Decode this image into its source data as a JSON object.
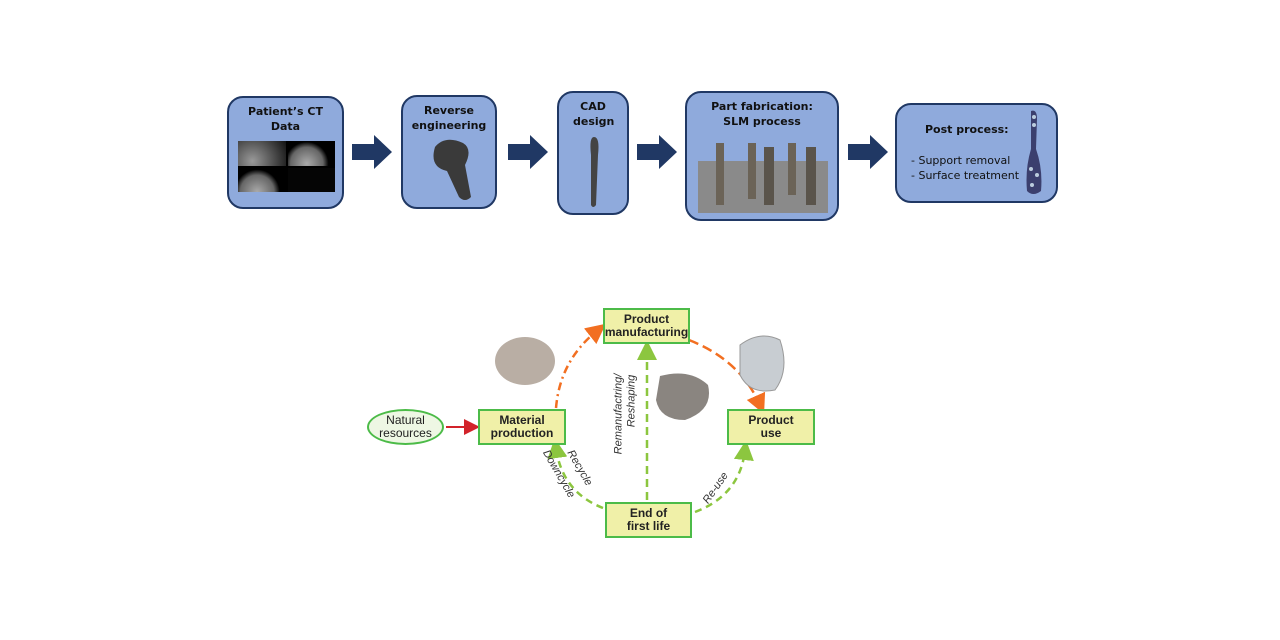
{
  "process": {
    "steps": [
      {
        "title": "Patient’s CT Data"
      },
      {
        "title": "Reverse engineering"
      },
      {
        "title": "CAD design"
      },
      {
        "title": "Part fabrication: SLM process"
      },
      {
        "title": "Post process:",
        "items": [
          "- Support removal",
          "- Surface treatment"
        ]
      }
    ],
    "colors": {
      "box_fill": "#8faadc",
      "box_border": "#203864",
      "arrow": "#203864"
    }
  },
  "lifecycle": {
    "natural_resources": "Natural resources",
    "material_production": "Material production",
    "product_manufacturing": "Product manufacturing",
    "product_use": "Product use",
    "end_of_first_life": "End of first life",
    "recycle": "Recycle",
    "downcycle": "Downcycle",
    "remanufacturing": "Remanufactring/",
    "reshaping": "Reshaping",
    "reuse": "Re-use",
    "colors": {
      "box_fill": "#f0f0a8",
      "box_border": "#4cbb48",
      "forward_arrow": "#f26f21",
      "loop_arrow": "#8cc63f",
      "input_arrow": "#d2232a"
    }
  }
}
